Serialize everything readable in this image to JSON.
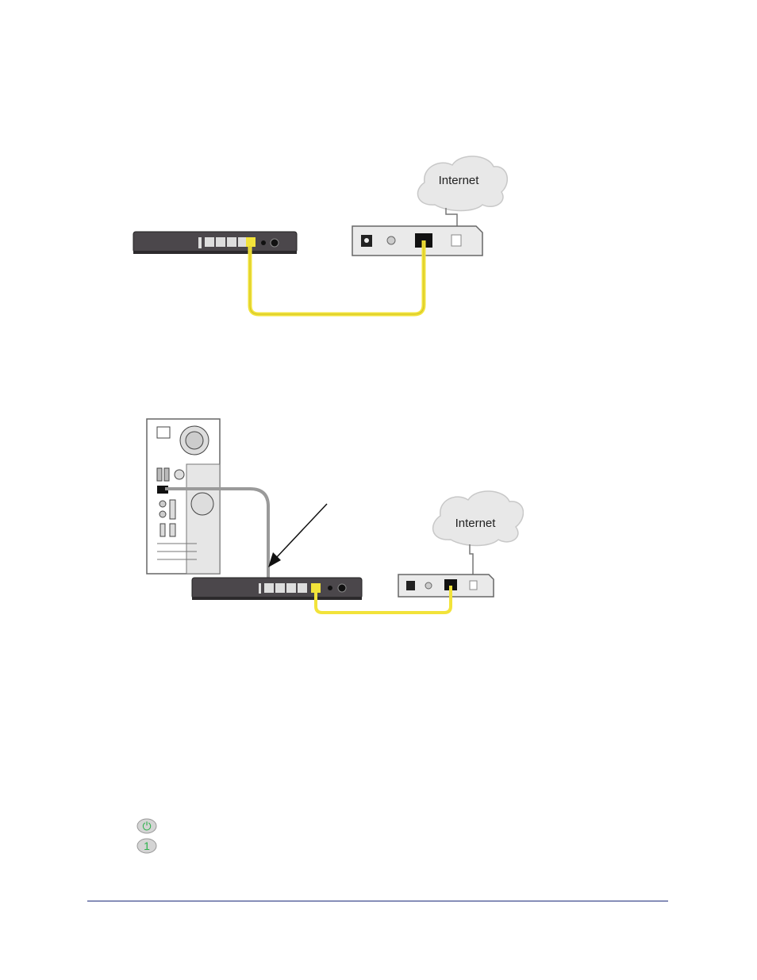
{
  "diagram1": {
    "cloud_label": "Internet"
  },
  "diagram2": {
    "cloud_label": "Internet"
  },
  "indicators": [
    {
      "glyph": "⏻",
      "icon": "power-icon"
    },
    {
      "glyph": "1",
      "icon": "port-1-icon"
    }
  ],
  "colors": {
    "cable_yellow": "#f2e33a",
    "cable_gray": "#9a9a9a",
    "router_dark": "#4b474b",
    "modem_light": "#eaeaea",
    "led_green": "#2bb24a",
    "footer_rule": "#1c2a7a"
  }
}
